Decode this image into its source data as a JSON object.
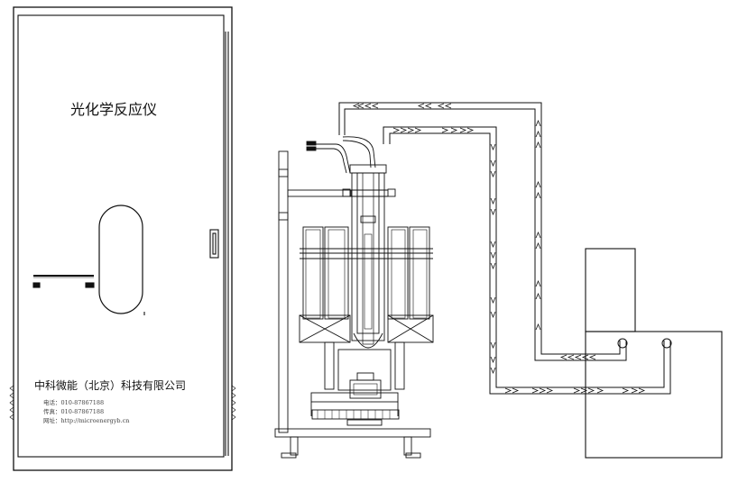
{
  "cabinet": {
    "title": "光化学反应仪",
    "company": "中科微能（北京）科技有限公司",
    "contact": [
      {
        "label": "电话：",
        "value": "010-87867188"
      },
      {
        "label": "传真：",
        "value": "010-87867188"
      },
      {
        "label": "网址：",
        "value": "http://microenergyb.cn"
      }
    ]
  },
  "colors": {
    "line": "#111111",
    "background": "#ffffff"
  },
  "icons": [
    "arrow-left-icon",
    "arrow-right-icon",
    "arrow-up-icon",
    "arrow-down-icon"
  ]
}
